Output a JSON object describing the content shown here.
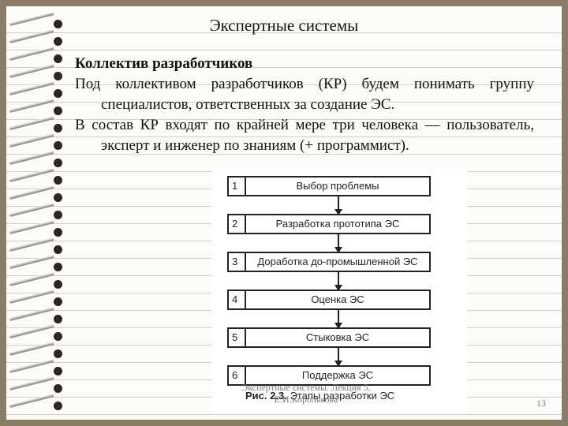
{
  "slide": {
    "title": "Экспертные системы",
    "heading": "Коллектив разработчиков",
    "paragraphs": [
      "Под коллективом разработчиков (КР) будем понимать группу специалистов, ответственных за создание ЭС.",
      "В состав КР входят по крайней мере три человека — пользователь, эксперт и инженер по знаниям (+ программист)."
    ],
    "footer_line1": "Экспертные системы. Лекция 5.",
    "footer_line2": "Е.И.Королькова",
    "page_number": "13"
  },
  "figure": {
    "steps": [
      {
        "num": "1",
        "label": "Выбор проблемы"
      },
      {
        "num": "2",
        "label": "Разработка прототипа ЭС"
      },
      {
        "num": "3",
        "label": "Доработка до-промышленной ЭС"
      },
      {
        "num": "4",
        "label": "Оценка ЭС"
      },
      {
        "num": "5",
        "label": "Стыковка ЭС"
      },
      {
        "num": "6",
        "label": "Поддержка ЭС"
      }
    ],
    "caption_prefix": "Рис. 2.3.",
    "caption_text": "Этапы разработки ЭС"
  }
}
